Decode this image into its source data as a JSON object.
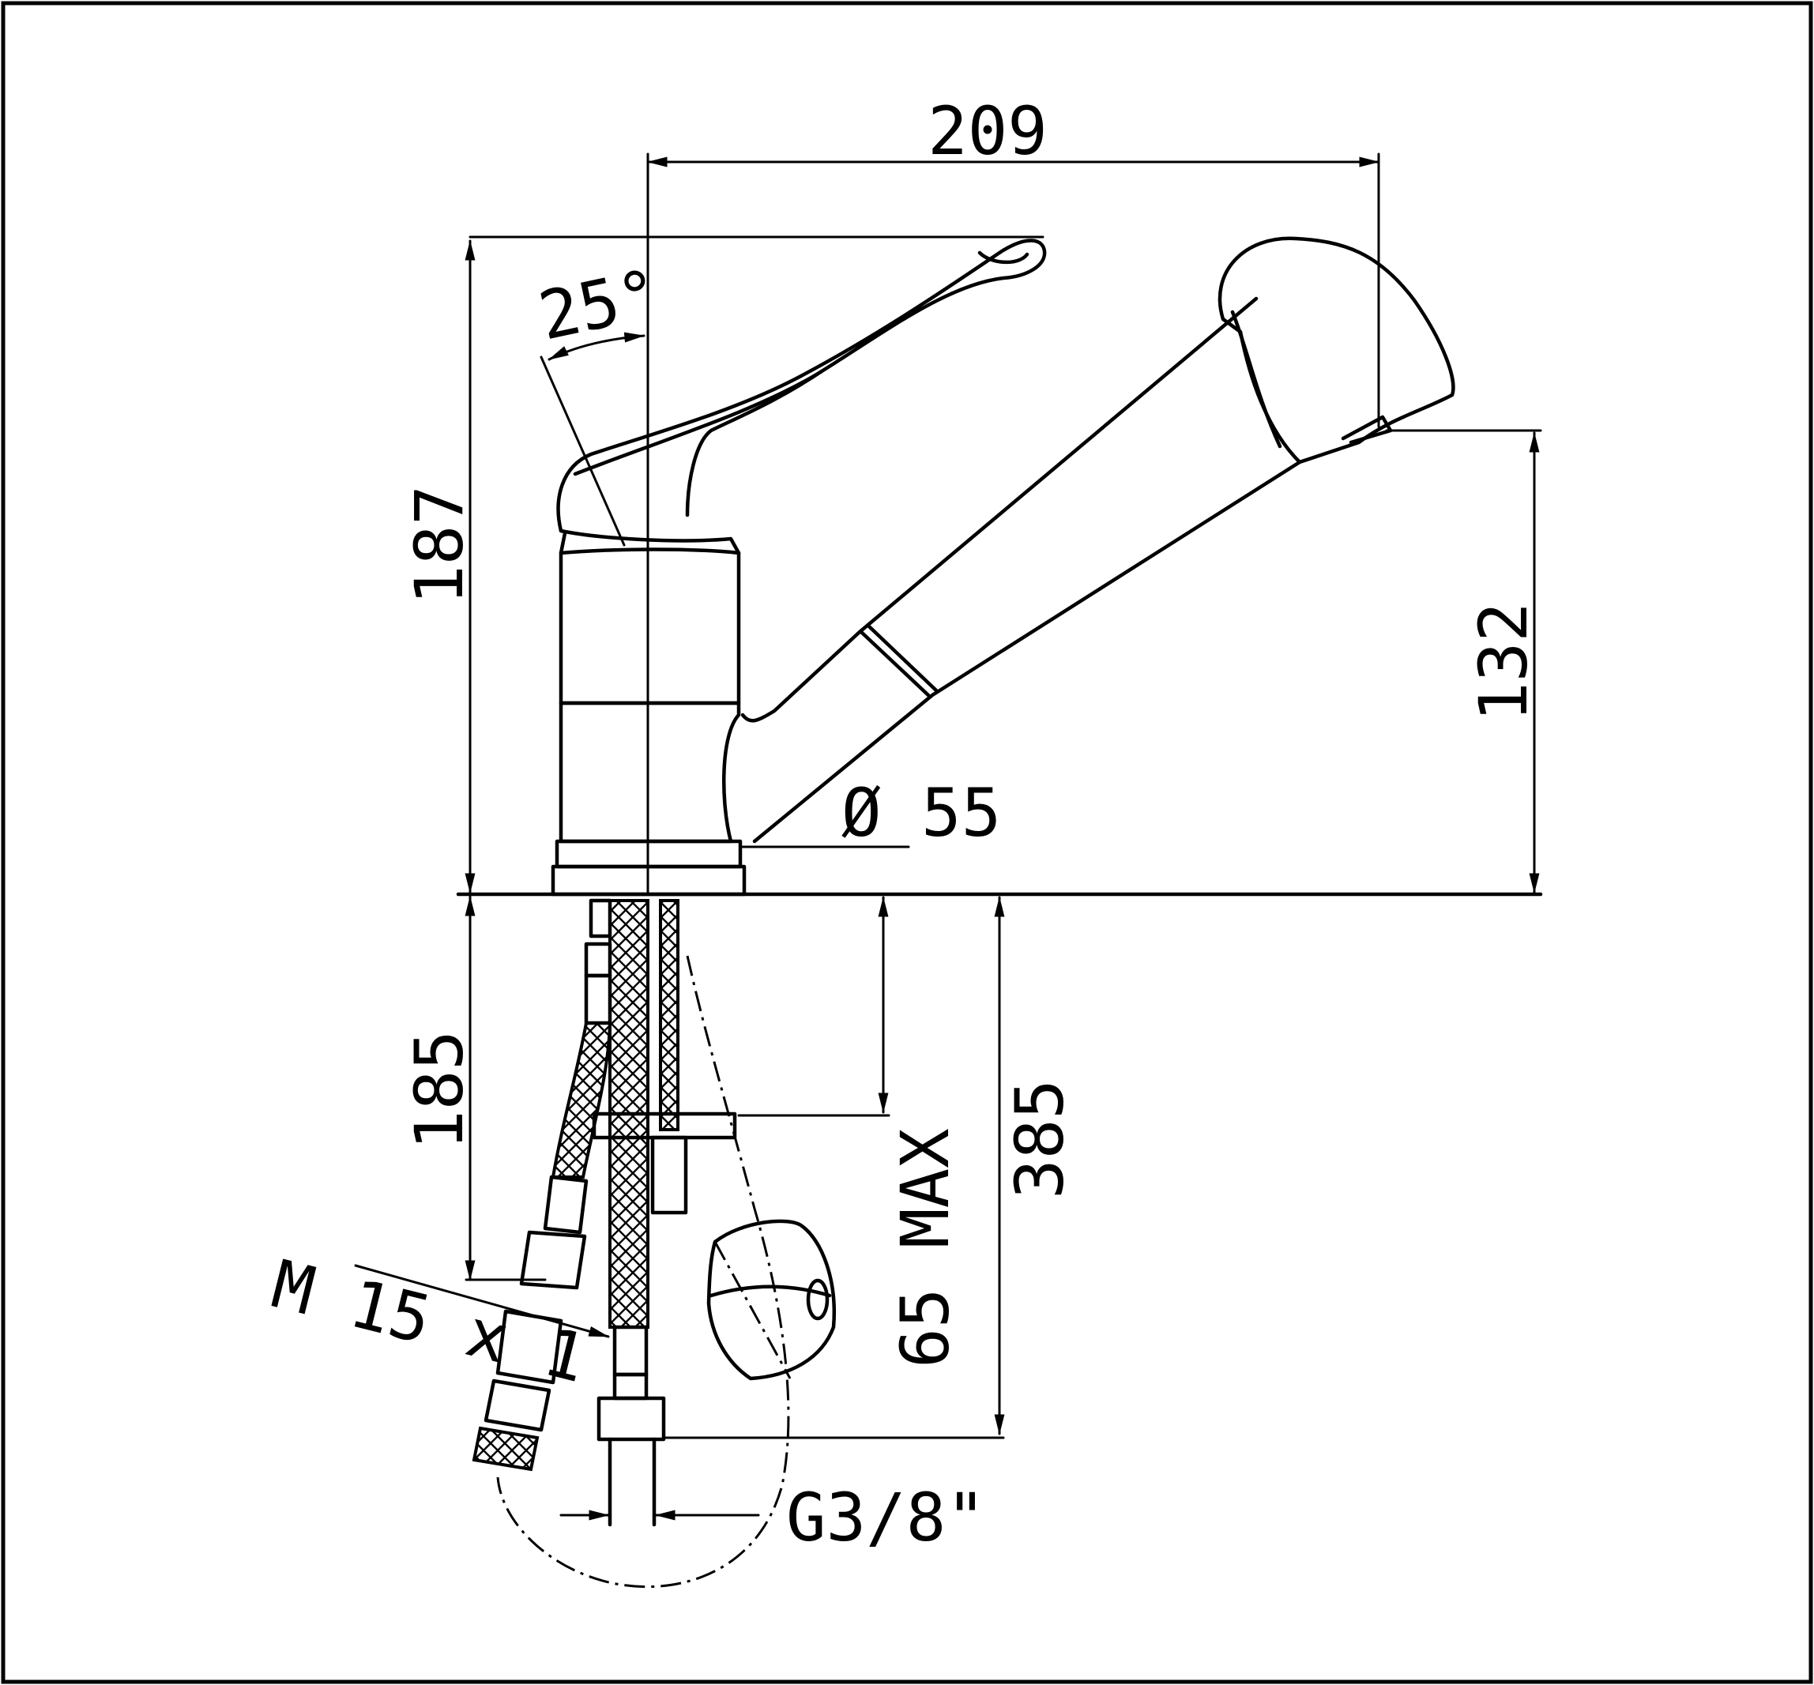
{
  "dimensions": {
    "overall_reach": "209",
    "lever_angle": "25°",
    "overall_height": "187",
    "spout_height": "132",
    "base_diameter": "Ø 55",
    "below_deck_length": "185",
    "hose_length": "385",
    "max_deck_thickness": "65 MAX",
    "connection_thread": "M 15 x 1",
    "hose_thread": "G3/8\""
  },
  "colors": {
    "line": "#000000",
    "background": "#ffffff"
  }
}
